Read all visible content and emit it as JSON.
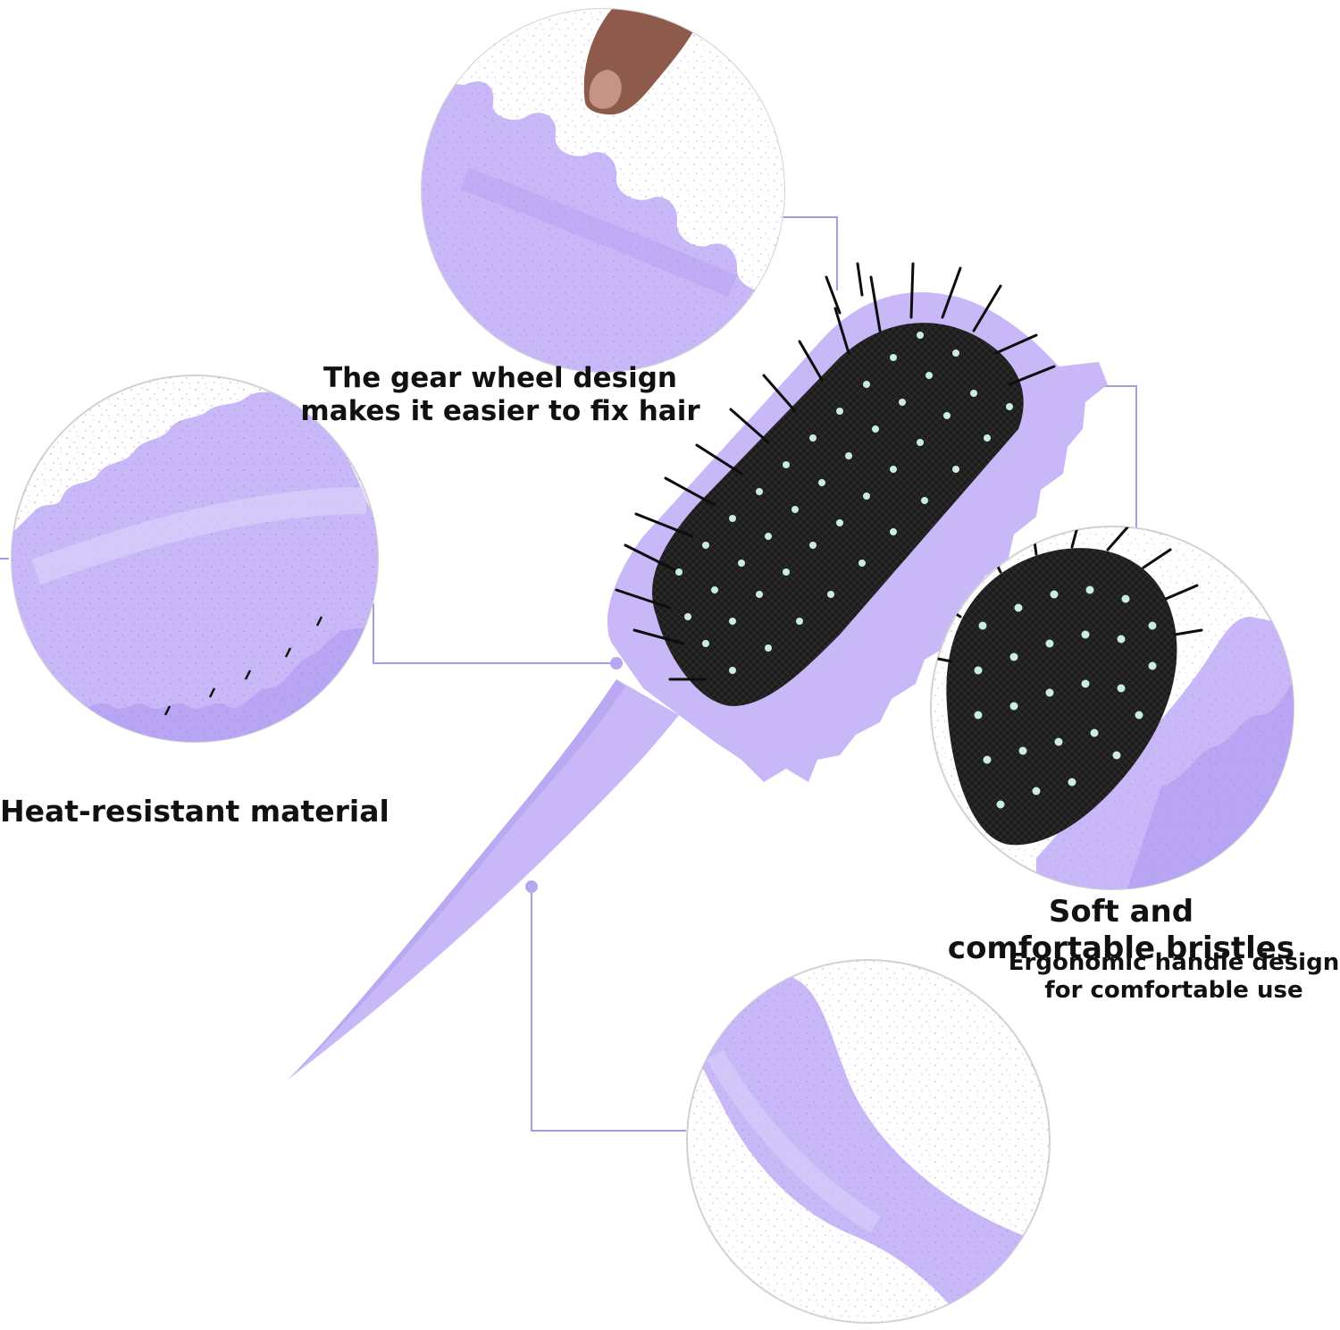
{
  "captions": {
    "gear_line1": "The gear wheel design",
    "gear_line2": "makes it easier to fix hair",
    "heat": "Heat-resistant material",
    "soft_line1": "Soft and",
    "soft_line2": "comfortable bristles",
    "ergo_line1": "Ergonomic handle design",
    "ergo_line2": "for comfortable use"
  },
  "colors": {
    "brush_purple": "#c9b8f7",
    "purple_shadow": "#a994ee",
    "bristle_black": "#121212",
    "bristle_tip": "#c9ece6",
    "leader_line": "#a79be0",
    "circle_outline": "#d2d2d2"
  }
}
